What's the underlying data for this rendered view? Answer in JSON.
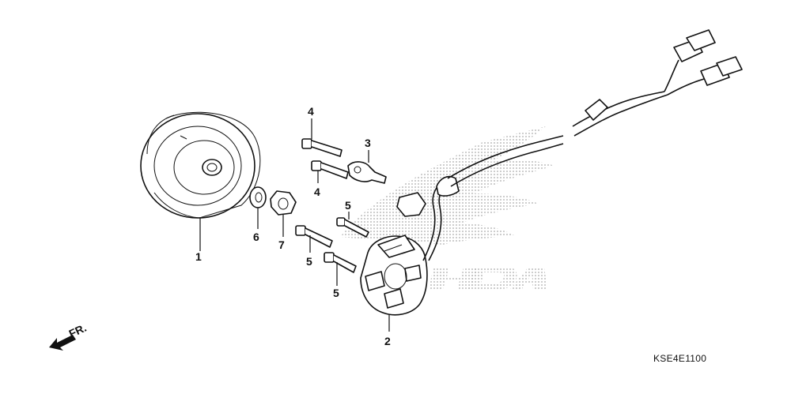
{
  "diagram_code": "KSE4E1100",
  "direction_label": "FR.",
  "brand_watermark": "HONDA",
  "callouts": {
    "c1": "1",
    "c2": "2",
    "c3": "3",
    "c4a": "4",
    "c4b": "4",
    "c5a": "5",
    "c5b": "5",
    "c5c": "5",
    "c6": "6",
    "c7": "7"
  }
}
